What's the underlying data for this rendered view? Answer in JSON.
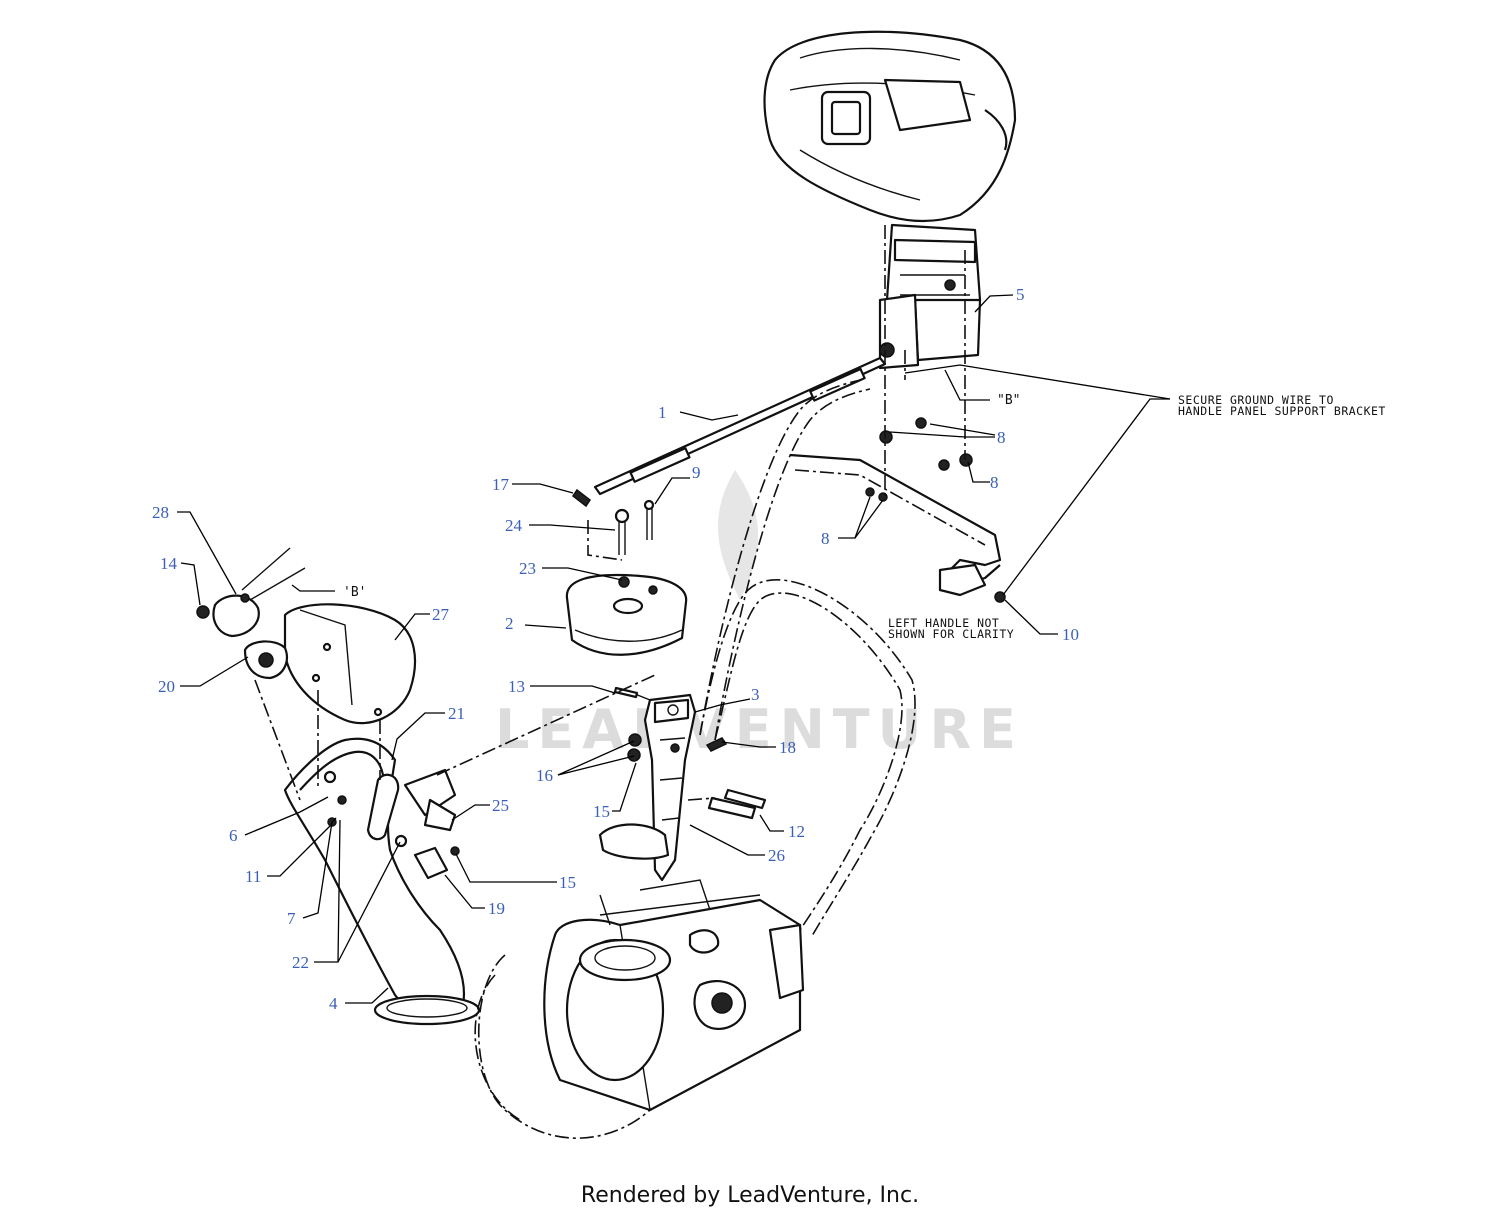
{
  "callouts": [
    "1",
    "2",
    "3",
    "4",
    "5",
    "6",
    "7",
    "8",
    "8",
    "8",
    "9",
    "10",
    "11",
    "12",
    "13",
    "14",
    "15",
    "15",
    "16",
    "17",
    "18",
    "19",
    "20",
    "21",
    "22",
    "23",
    "24",
    "25",
    "26",
    "27",
    "28"
  ],
  "notes": {
    "ground_wire_line1": "SECURE GROUND WIRE TO",
    "ground_wire_line2": "HANDLE PANEL SUPPORT BRACKET",
    "left_handle_line1": "LEFT HANDLE NOT",
    "left_handle_line2": "SHOWN FOR CLARITY",
    "ref_b_right": "\"B\"",
    "ref_b_left": "'B'"
  },
  "watermark": "LEADVENTURE",
  "footer": "Rendered by LeadVenture, Inc."
}
